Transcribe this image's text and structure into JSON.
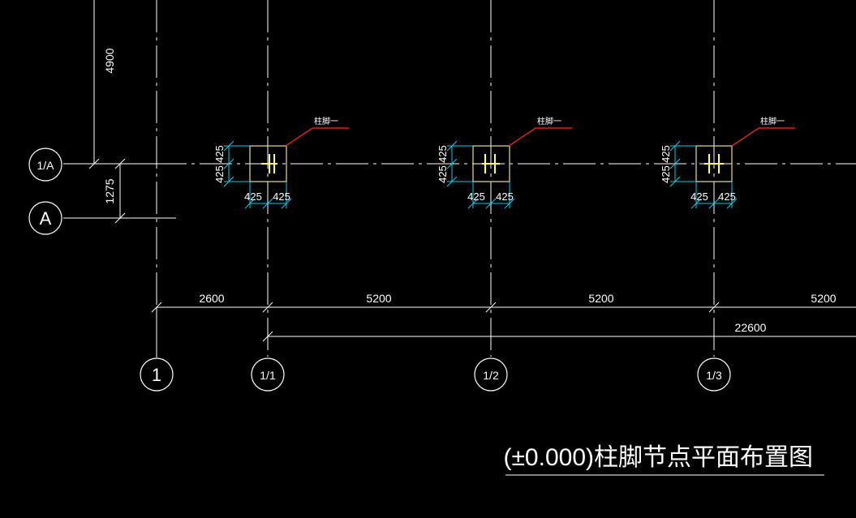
{
  "drawing": {
    "title": "(±0.000)柱脚节点平面布置图",
    "colors": {
      "background": "#000000",
      "lines": "#ffffff",
      "dimension_lines": "#16c8e8",
      "column_outline": "#e6e08a",
      "steel_section": "#ffff66",
      "leader_line": "#ff2a2a"
    }
  },
  "axes": {
    "horizontal": [
      "1/A",
      "A"
    ],
    "vertical": [
      "1",
      "1/1",
      "1/2",
      "1/3"
    ]
  },
  "vertical_dimensions": {
    "upper": "4900",
    "lower": "1275"
  },
  "horizontal_dimensions": {
    "spans": [
      "2600",
      "5200",
      "5200",
      "5200"
    ],
    "total": "22600"
  },
  "column_footings": [
    {
      "label": "柱脚一",
      "offset_y_top": "425",
      "offset_y_bottom": "425",
      "offset_x_left": "425",
      "offset_x_right": "425"
    },
    {
      "label": "柱脚一",
      "offset_y_top": "425",
      "offset_y_bottom": "425",
      "offset_x_left": "425",
      "offset_x_right": "425"
    },
    {
      "label": "柱脚一",
      "offset_y_top": "425",
      "offset_y_bottom": "425",
      "offset_x_left": "425",
      "offset_x_right": "425"
    }
  ]
}
